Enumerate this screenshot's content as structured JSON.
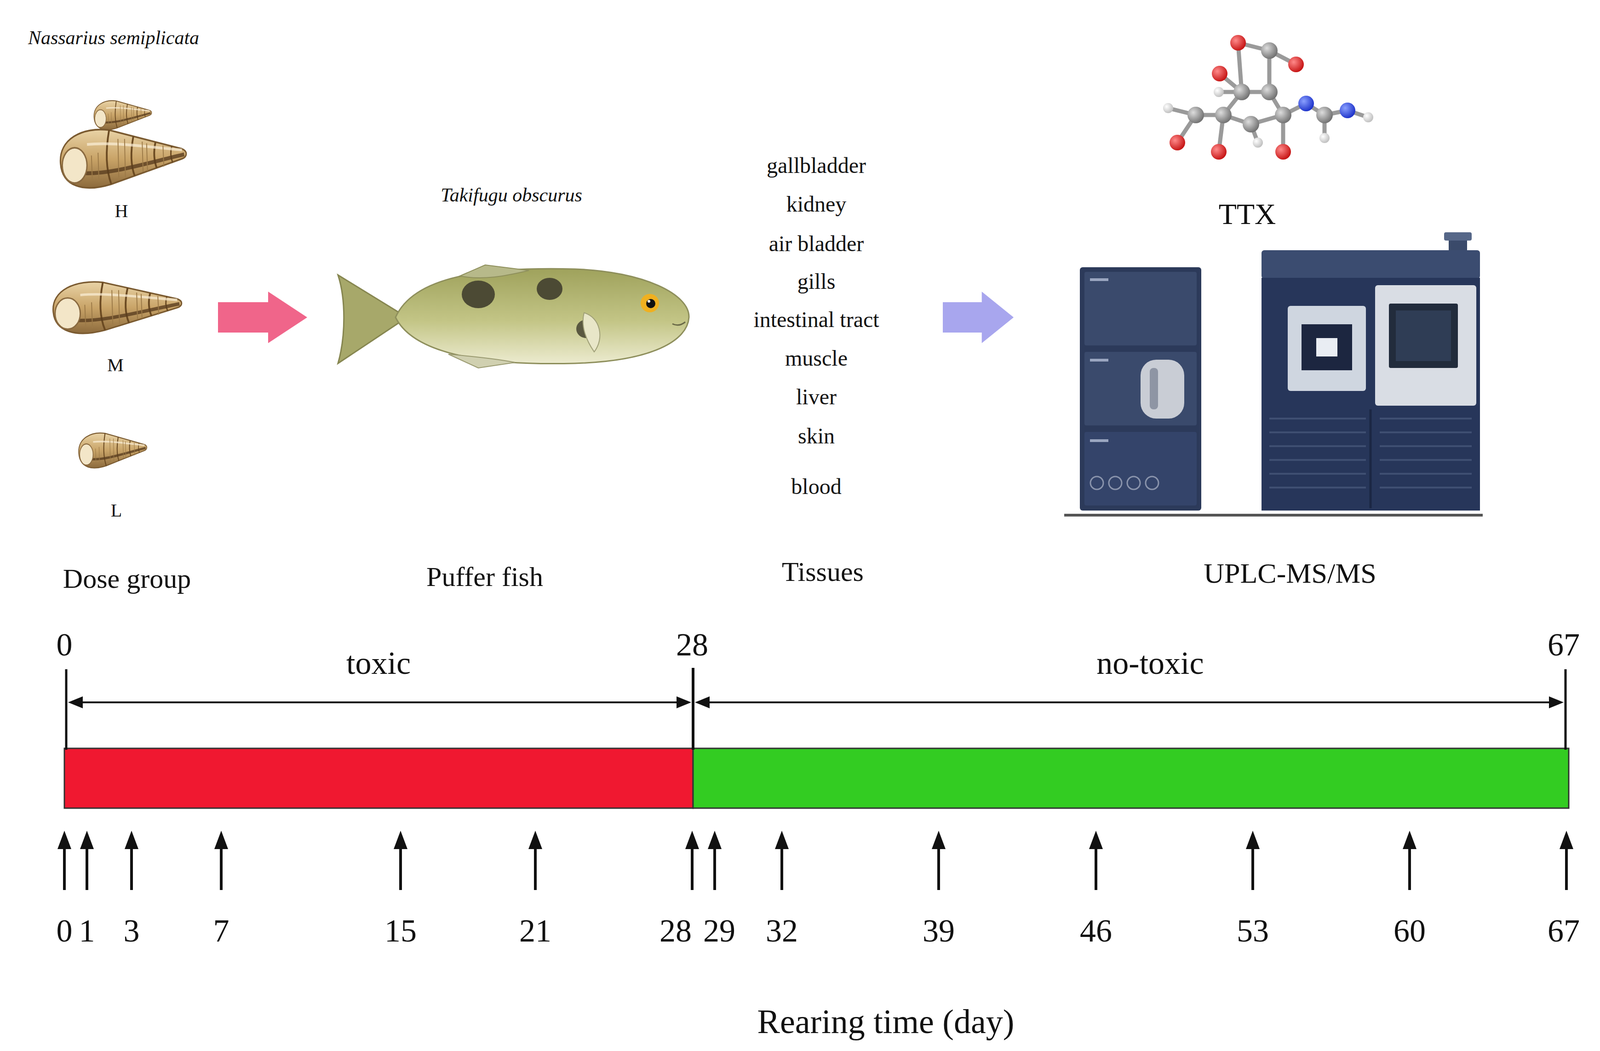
{
  "diagram": {
    "nodes": [
      {
        "text": [
          "Nassarius semiplicata",
          "H",
          "M",
          "L",
          "Dose group"
        ]
      },
      {
        "text": [
          "Takifugu obscurus",
          "Puffer fish"
        ]
      },
      {
        "text": [
          "gallbladder",
          "kidney",
          "air bladder",
          "gills",
          "intestinal tract",
          "muscle",
          "liver",
          "skin",
          "blood",
          "Tissues"
        ]
      },
      {
        "text": [
          "TTX",
          "UPLC-MS/MS"
        ]
      }
    ],
    "edges": [
      {
        "from": 0,
        "to": 1,
        "arrow": "to"
      },
      {
        "from": 2,
        "to": 3,
        "arrow": "to"
      }
    ],
    "labels": [
      "0",
      "28",
      "67",
      "toxic",
      "no-toxic",
      "0",
      "1",
      "3",
      "7",
      "15",
      "21",
      "28",
      "29",
      "32",
      "39",
      "46",
      "53",
      "60",
      "67",
      "Rearing time (day)"
    ]
  }
}
